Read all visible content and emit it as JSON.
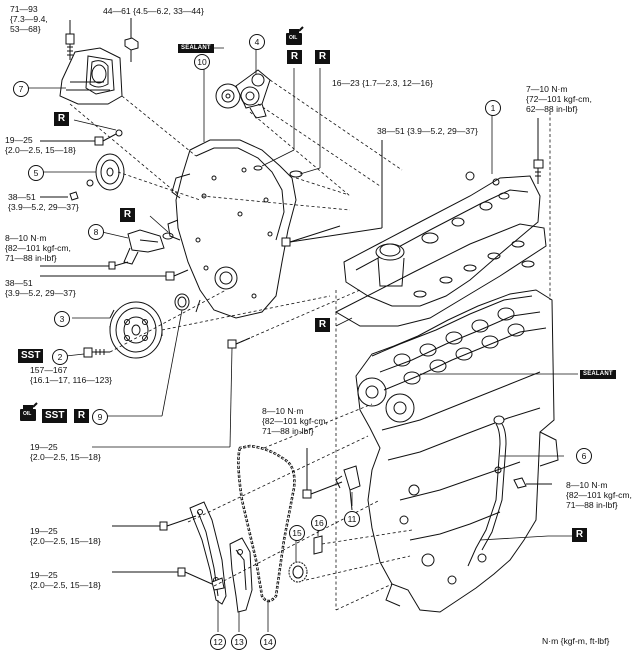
{
  "callouts": {
    "c1": "1",
    "c2": "2",
    "c3": "3",
    "c4": "4",
    "c5": "5",
    "c6": "6",
    "c7": "7",
    "c8": "8",
    "c9": "9",
    "c10": "10",
    "c11": "11",
    "c12": "12",
    "c13": "13",
    "c14": "14",
    "c15": "15",
    "c16": "16"
  },
  "torques": {
    "t_71_93": "71—93\n{7.3—9.4,\n53—68}",
    "t_44_61": "44—61 {4.5—6.2, 33—44}",
    "t_16_23": "16—23 {1.7—2.3, 12—16}",
    "t_7_10": "7—10 N·m\n{72—101 kgf-cm,\n62—88 in-lbf}",
    "t_38_51_right": "38—51 {3.9—5.2, 29—37}",
    "t_19_25_a": "19—25\n{2.0—2.5, 15—18}",
    "t_38_51_left": "38—51\n{3.9—5.2, 29—37}",
    "t_8_10_left": "8—10 N·m\n{82—101 kgf-cm,\n71—88 in-lbf}",
    "t_38_51_mid": "38—51\n{3.9—5.2, 29—37}",
    "t_157_167": "157—167\n{16.1—17, 116—123}",
    "t_19_25_b": "19—25\n{2.0—2.5, 15—18}",
    "t_8_10_center": "8—10 N·m\n{82—101 kgf-cm,\n71—88 in-lbf}",
    "t_8_10_right": "8—10 N·m\n{82—101 kgf-cm,\n71—88 in-lbf}",
    "t_19_25_c": "19—25\n{2.0—2.5, 15—18}",
    "t_19_25_d": "19—25\n{2.0—2.5, 15—18}"
  },
  "symbols": {
    "r_box": "R",
    "sst_box": "SST",
    "sealant_tag": "SEALANT",
    "oil_tag": "OIL"
  },
  "units_note": "N·m {kgf-m, ft-lbf}"
}
